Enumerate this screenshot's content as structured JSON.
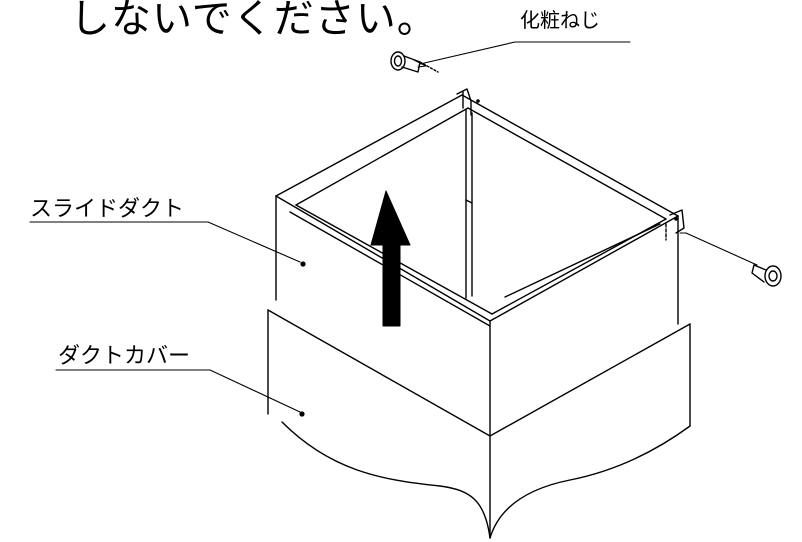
{
  "diagram": {
    "heading_text": "しないでください。",
    "labels": {
      "decorative_screw": "化粧ねじ",
      "slide_duct": "スライドダクト",
      "duct_cover": "ダクトカバー"
    },
    "colors": {
      "line": "#000000",
      "background": "#ffffff"
    },
    "icons": {
      "arrow": "up-arrow-icon"
    }
  }
}
